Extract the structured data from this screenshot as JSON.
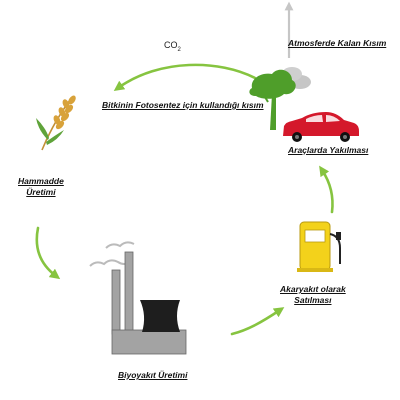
{
  "labels": {
    "co2_main": "CO",
    "co2_sub": "2",
    "atmosphere": "Atmosferde Kalan Kısım",
    "photosynthesis": "Bitkinin Fotosentez için kullandığı kısım",
    "vehicle_line1": "Araçlarda Yakılması",
    "raw_line1": "Hammadde",
    "raw_line2": "Üretimi",
    "fuel_sale_line1": "Akaryakıt olarak",
    "fuel_sale_line2": "Satılması",
    "biofuel": "Biyoyakıt Üretimi"
  },
  "colors": {
    "arrow_green": "#86c440",
    "tree_green": "#4f9e2a",
    "car_red": "#d4182b",
    "pump_yellow": "#f3d21b",
    "wheat_gold": "#d8a23a",
    "factory_gray": "#a3a3a3",
    "factory_black": "#1e1e1e",
    "cloud_gray": "#c6c6c6"
  },
  "icons": [
    "wheat-icon",
    "tree-cloud-icon",
    "car-icon",
    "fuel-pump-icon",
    "factory-icon"
  ]
}
